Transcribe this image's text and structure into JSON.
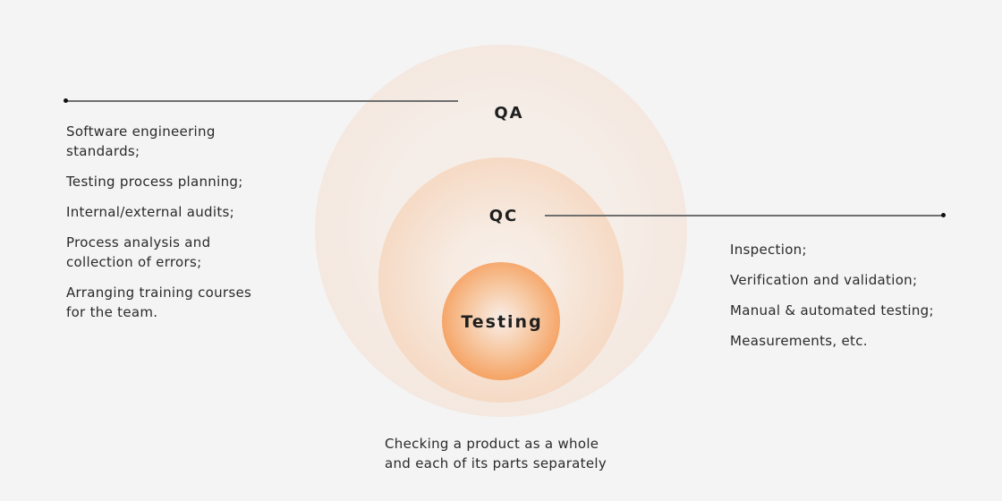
{
  "diagram": {
    "circles": [
      {
        "label": "QA",
        "color": "#f4e3d7"
      },
      {
        "label": "QC",
        "color": "#f4cfb3"
      },
      {
        "label": "Testing",
        "color": "#f59b58"
      }
    ],
    "qa_items": [
      "Software engineering standards;",
      "Testing process planning;",
      "Internal/external audits;",
      "Process analysis and collection of errors;",
      "Arranging training courses for the team."
    ],
    "qc_items": [
      "Inspection;",
      "Verification and validation;",
      "Manual & automated testing;",
      "Measurements, etc."
    ],
    "testing_caption_line1": "Checking a product as a whole",
    "testing_caption_line2": "and each of its parts separately"
  }
}
